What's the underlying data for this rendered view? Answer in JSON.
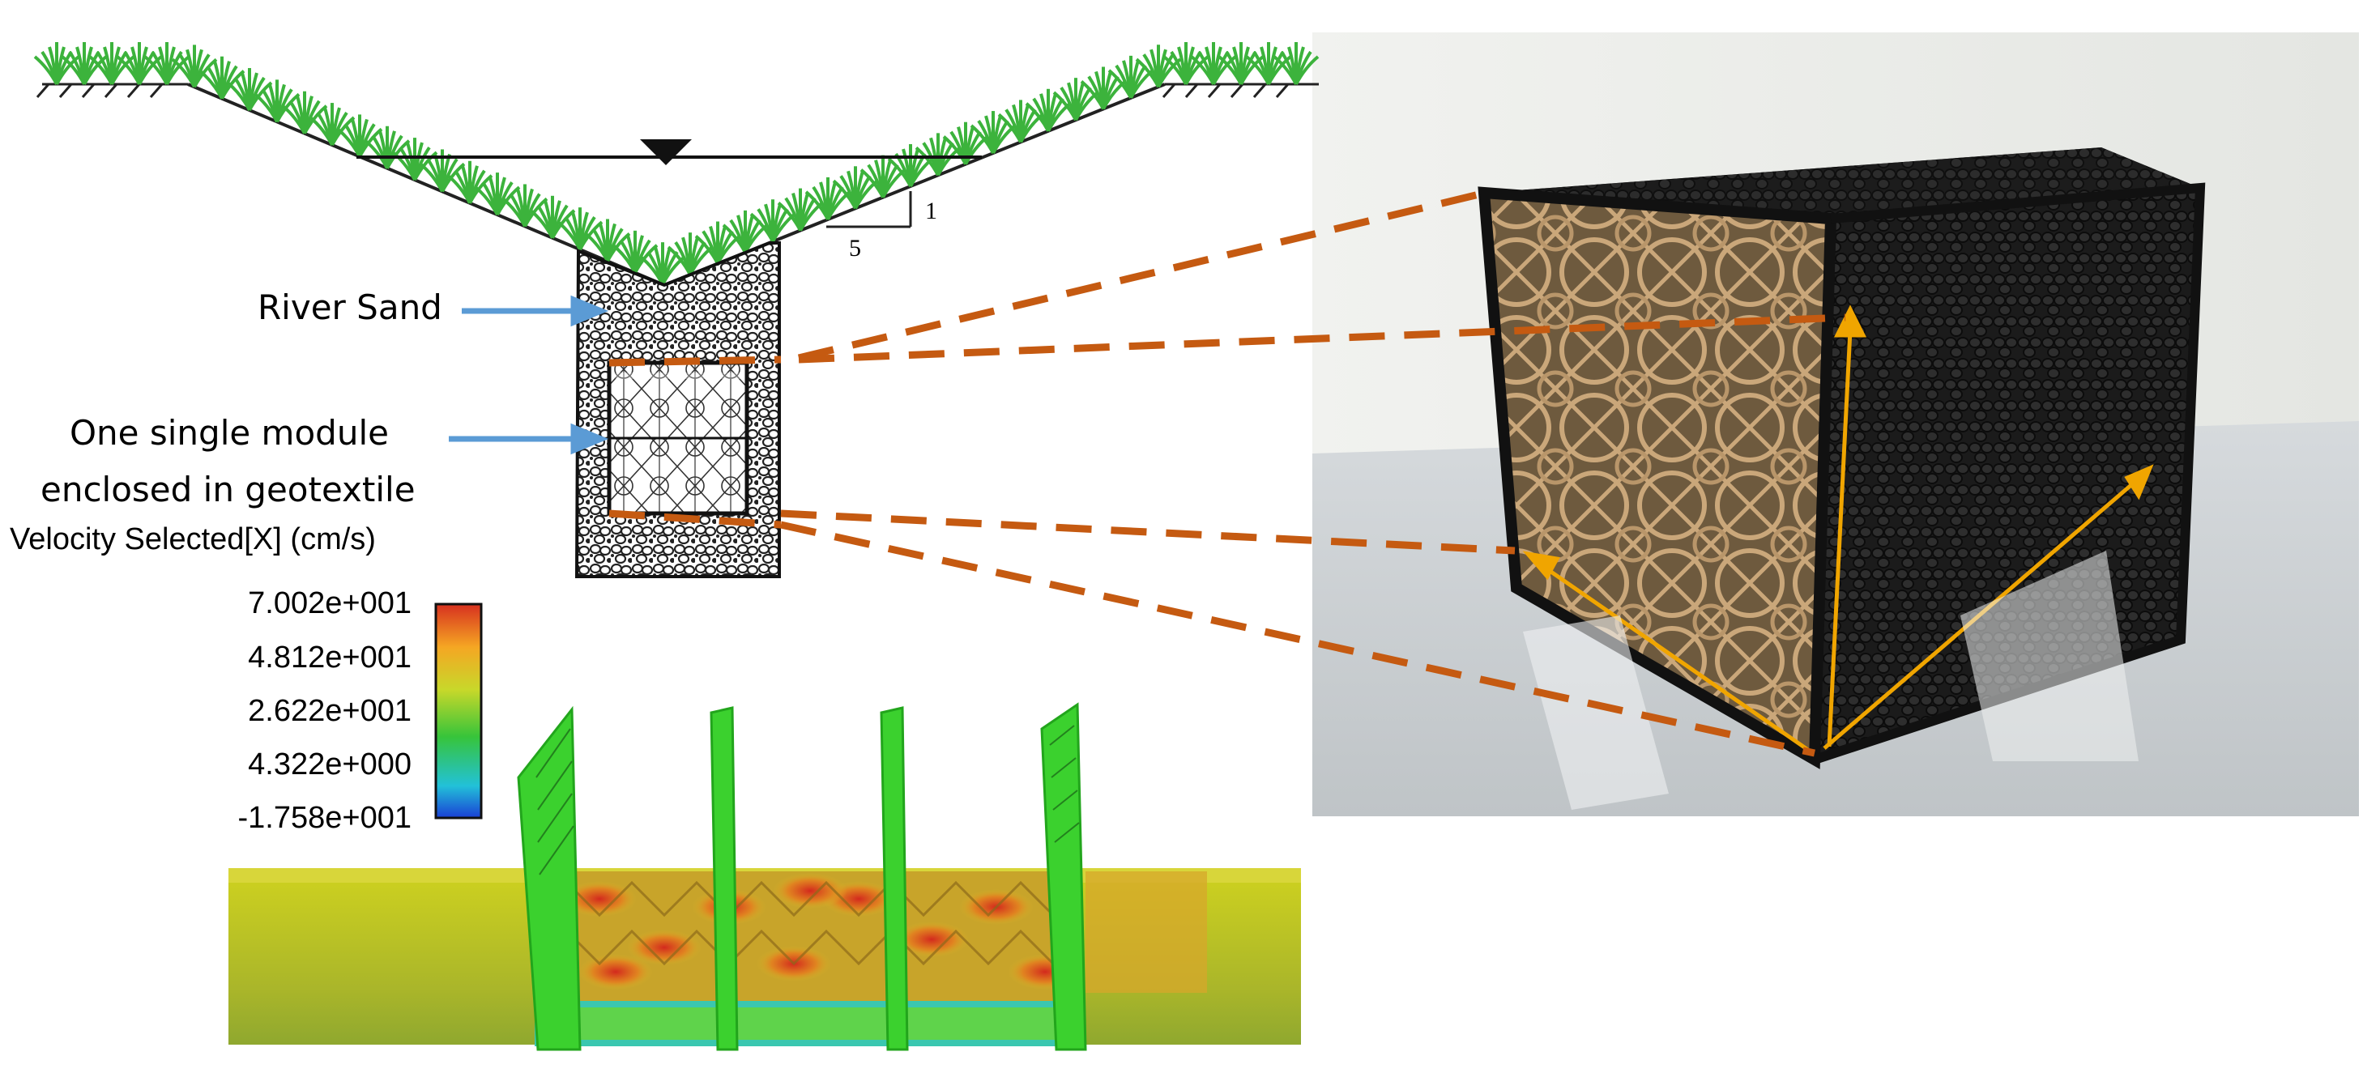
{
  "labels": {
    "river_sand": "River Sand",
    "module_line1": "One single module",
    "module_line2": "enclosed in geotextile",
    "slope_rise": "1",
    "slope_run": "5"
  },
  "colorbar": {
    "title": "Velocity Selected[X] (cm/s)",
    "ticks": [
      "7.002e+001",
      "4.812e+001",
      "2.622e+001",
      "4.322e+000",
      "-1.758e+001"
    ],
    "colors": [
      "#d7301f",
      "#f5a623",
      "#c8d82a",
      "#37c43a",
      "#22c1d8",
      "#1a3fd6"
    ]
  },
  "colors": {
    "grass": "#3cb33c",
    "arrow": "#5b9bd5",
    "dash": "#c55a11",
    "measure": "#f0a500",
    "module_dark": "#1b1b1b",
    "module_tan": "#b9966a"
  }
}
